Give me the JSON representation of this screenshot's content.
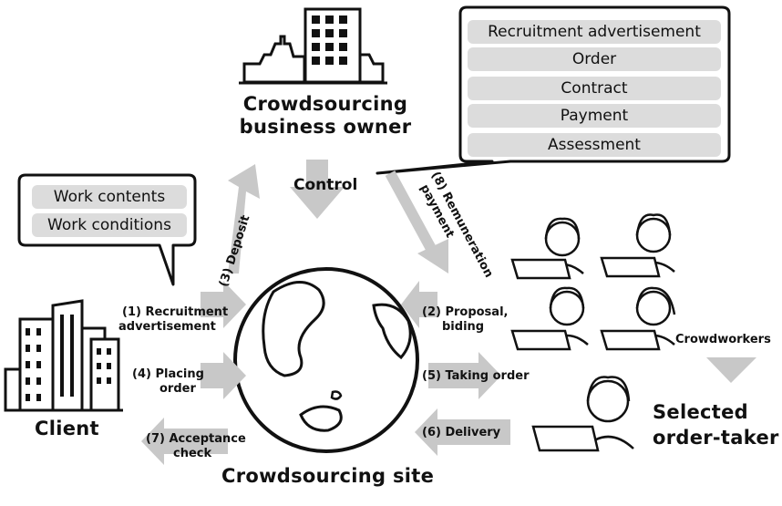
{
  "owner_label": "Crowdsourcing\nbusiness owner",
  "owner_line1": "Crowdsourcing",
  "owner_line2": "business owner",
  "owner_bubble": [
    "Recruitment advertisement",
    "Order",
    "Contract",
    "Payment",
    "Assessment"
  ],
  "client_bubble": [
    "Work contents",
    "Work conditions"
  ],
  "control_label": "Control",
  "client_label": "Client",
  "site_label": "Crowdsourcing site",
  "crowdworkers_label": "Crowdworkers",
  "selected_line1": "Selected",
  "selected_line2": "order-taker",
  "steps": {
    "s1_line1": "(1) Recruitment",
    "s1_line2": "advertisement",
    "s2_line1": "(2) Proposal,",
    "s2_line2": "biding",
    "s3": "(3) Deposit",
    "s4_line1": "(4) Placing",
    "s4_line2": "order",
    "s5": "(5) Taking order",
    "s6": "(6) Delivery",
    "s7_line1": "(7) Acceptance",
    "s7_line2": "check",
    "s8_line1": "(8) Remuneration",
    "s8_line2": "payment"
  },
  "colors": {
    "arrow": "#c8c8c8",
    "pill": "#dcdcdc",
    "ink": "#111111"
  }
}
